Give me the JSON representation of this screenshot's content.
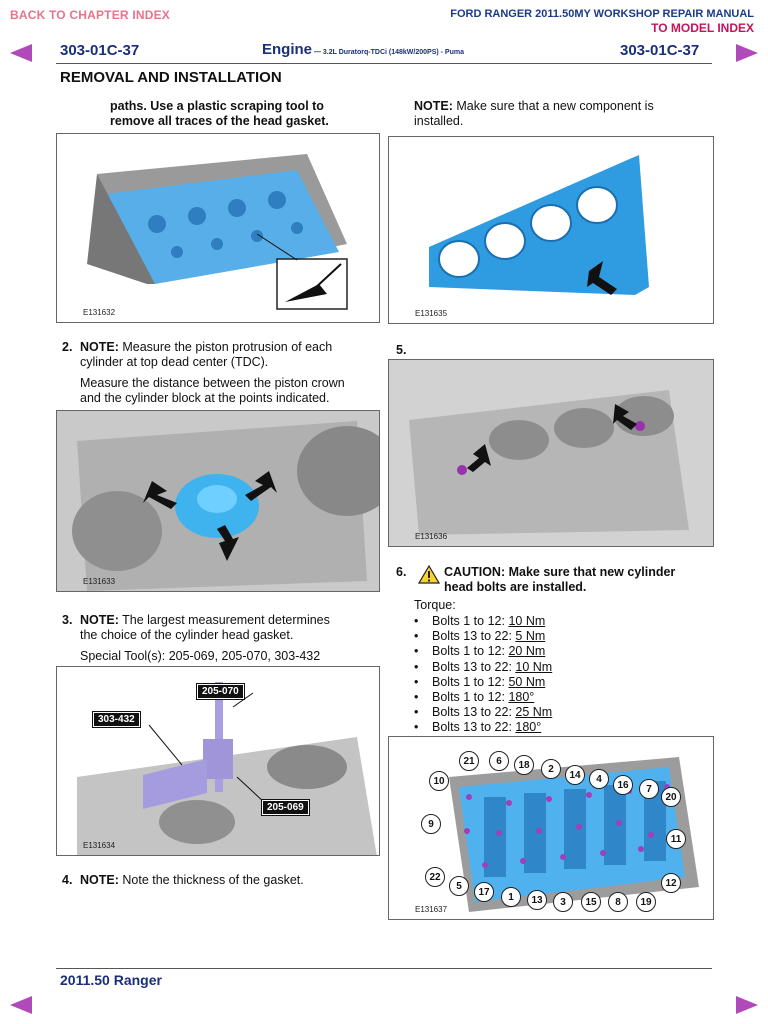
{
  "nav": {
    "back_chapter": "BACK TO CHAPTER INDEX",
    "manual_title": "FORD RANGER 2011.50MY WORKSHOP REPAIR MANUAL",
    "model_index": "TO MODEL INDEX"
  },
  "header": {
    "page_code_left": "303-01C-37",
    "page_code_right": "303-01C-37",
    "engine": "Engine",
    "engine_sub": " — 3.2L Duratorq-TDCi (148kW/200PS) - Puma"
  },
  "section_title": "REMOVAL AND INSTALLATION",
  "col1": {
    "intro_line1": "paths. Use a plastic scraping tool to",
    "intro_line2": "remove all traces of the head gasket.",
    "fig1_id": "E131632",
    "step2_num": "2.",
    "step2_note_label": "NOTE:",
    "step2_note_line1": " Measure the piston protrusion of each",
    "step2_note_line2": "cylinder at top dead center (TDC).",
    "step2_text_line1": "Measure the distance between the piston crown",
    "step2_text_line2": "and the cylinder block at the points indicated.",
    "fig2_id": "E131633",
    "step3_num": "3.",
    "step3_note_label": "NOTE:",
    "step3_note_line1": " The largest measurement determines",
    "step3_note_line2": "the choice of the cylinder head gasket.",
    "step3_tools": "Special Tool(s): 205-069, 205-070, 303-432",
    "fig3_id": "E131634",
    "tool_205_070": "205-070",
    "tool_303_432": "303-432",
    "tool_205_069": "205-069",
    "step4_num": "4.",
    "step4_note_label": "NOTE:",
    "step4_note_text": " Note the thickness of the gasket."
  },
  "col2": {
    "note_label": "NOTE:",
    "note_line1": " Make sure that a new component is",
    "note_line2": "installed.",
    "fig4_id": "E131635",
    "step5_num": "5.",
    "fig5_id": "E131636",
    "step6_num": "6.",
    "caution_line1": "CAUTION: Make sure that new cylinder",
    "caution_line2": "head bolts are installed.",
    "torque_label": "Torque:",
    "torque": [
      {
        "label": "Bolts 1 to 12: ",
        "value": "10 Nm"
      },
      {
        "label": "Bolts 13 to 22: ",
        "value": "5 Nm"
      },
      {
        "label": "Bolts 1 to 12: ",
        "value": "20 Nm"
      },
      {
        "label": "Bolts 13 to 22: ",
        "value": "10 Nm"
      },
      {
        "label": "Bolts 1 to 12: ",
        "value": "50 Nm"
      },
      {
        "label": "Bolts 1 to 12: ",
        "value": "180°"
      },
      {
        "label": "Bolts 13 to 22: ",
        "value": "25 Nm"
      },
      {
        "label": "Bolts 13 to 22: ",
        "value": "180°"
      }
    ],
    "fig6_id": "E131637",
    "bolt_labels": [
      "21",
      "6",
      "18",
      "2",
      "14",
      "4",
      "16",
      "7",
      "20",
      "10",
      "9",
      "11",
      "22",
      "5",
      "17",
      "1",
      "13",
      "3",
      "15",
      "8",
      "19",
      "12"
    ]
  },
  "footer": "2011.50 Ranger",
  "colors": {
    "accent_pink": "#e8738a",
    "nav_arrow": "#b04ab8",
    "header_blue": "#1a2e7a",
    "gasket_blue": "#3fa7e8"
  }
}
